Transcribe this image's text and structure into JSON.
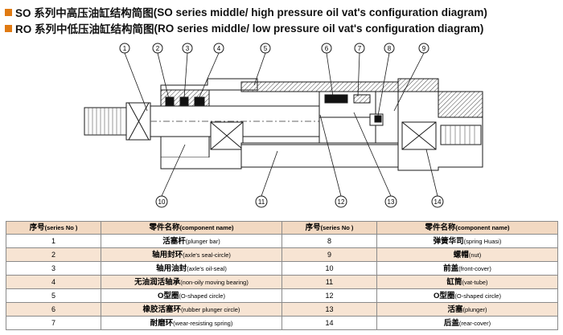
{
  "headings": [
    {
      "zh": "SO 系列中高压油缸结构简图",
      "en": "(SO series middle/ high pressure oil vat's configuration diagram)"
    },
    {
      "zh": "RO 系列中低压油缸结构简图",
      "en": "(RO series middle/ low pressure oil vat's configuration diagram)"
    }
  ],
  "colors": {
    "accent": "#e07a12",
    "header_bg": "#f2d9c2",
    "stripe_bg": "#f7e4d3"
  },
  "callouts": [
    "1",
    "2",
    "3",
    "4",
    "5",
    "6",
    "7",
    "8",
    "9",
    "10",
    "11",
    "12",
    "13",
    "14"
  ],
  "table": {
    "headers": [
      {
        "zh": "序号",
        "en": "(series No )"
      },
      {
        "zh": "零件名称",
        "en": "(component name)"
      },
      {
        "zh": "序号",
        "en": "(series No )"
      },
      {
        "zh": "零件名称",
        "en": "(component name)"
      }
    ],
    "rows": [
      {
        "no1": "1",
        "zh1": "活塞杆",
        "en1": "(plunger bar)",
        "no2": "8",
        "zh2": "弹簧华司",
        "en2": "(spring Huasi)"
      },
      {
        "no1": "2",
        "zh1": "轴用封环",
        "en1": "(axle's seal-circle)",
        "no2": "9",
        "zh2": "螺帽",
        "en2": "(nut)"
      },
      {
        "no1": "3",
        "zh1": "轴用油封",
        "en1": "(axle's oil-seal)",
        "no2": "10",
        "zh2": "前盖",
        "en2": "(front-cover)"
      },
      {
        "no1": "4",
        "zh1": "无油润活轴承",
        "en1": "(non-oily moving bearing)",
        "no2": "11",
        "zh2": "缸筒",
        "en2": "(vat-tube)"
      },
      {
        "no1": "5",
        "zh1": "O型圈",
        "en1": "(O-shaped circle)",
        "no2": "12",
        "zh2": "O型圈",
        "en2": "(O-shaped circle)"
      },
      {
        "no1": "6",
        "zh1": "橡胶活塞环",
        "en1": "(rubber plunger circle)",
        "no2": "13",
        "zh2": "活塞",
        "en2": "(plunger)"
      },
      {
        "no1": "7",
        "zh1": "耐磨环",
        "en1": "(wear-resisting spring)",
        "no2": "14",
        "zh2": "后盖",
        "en2": "(rear-cover)"
      }
    ]
  }
}
